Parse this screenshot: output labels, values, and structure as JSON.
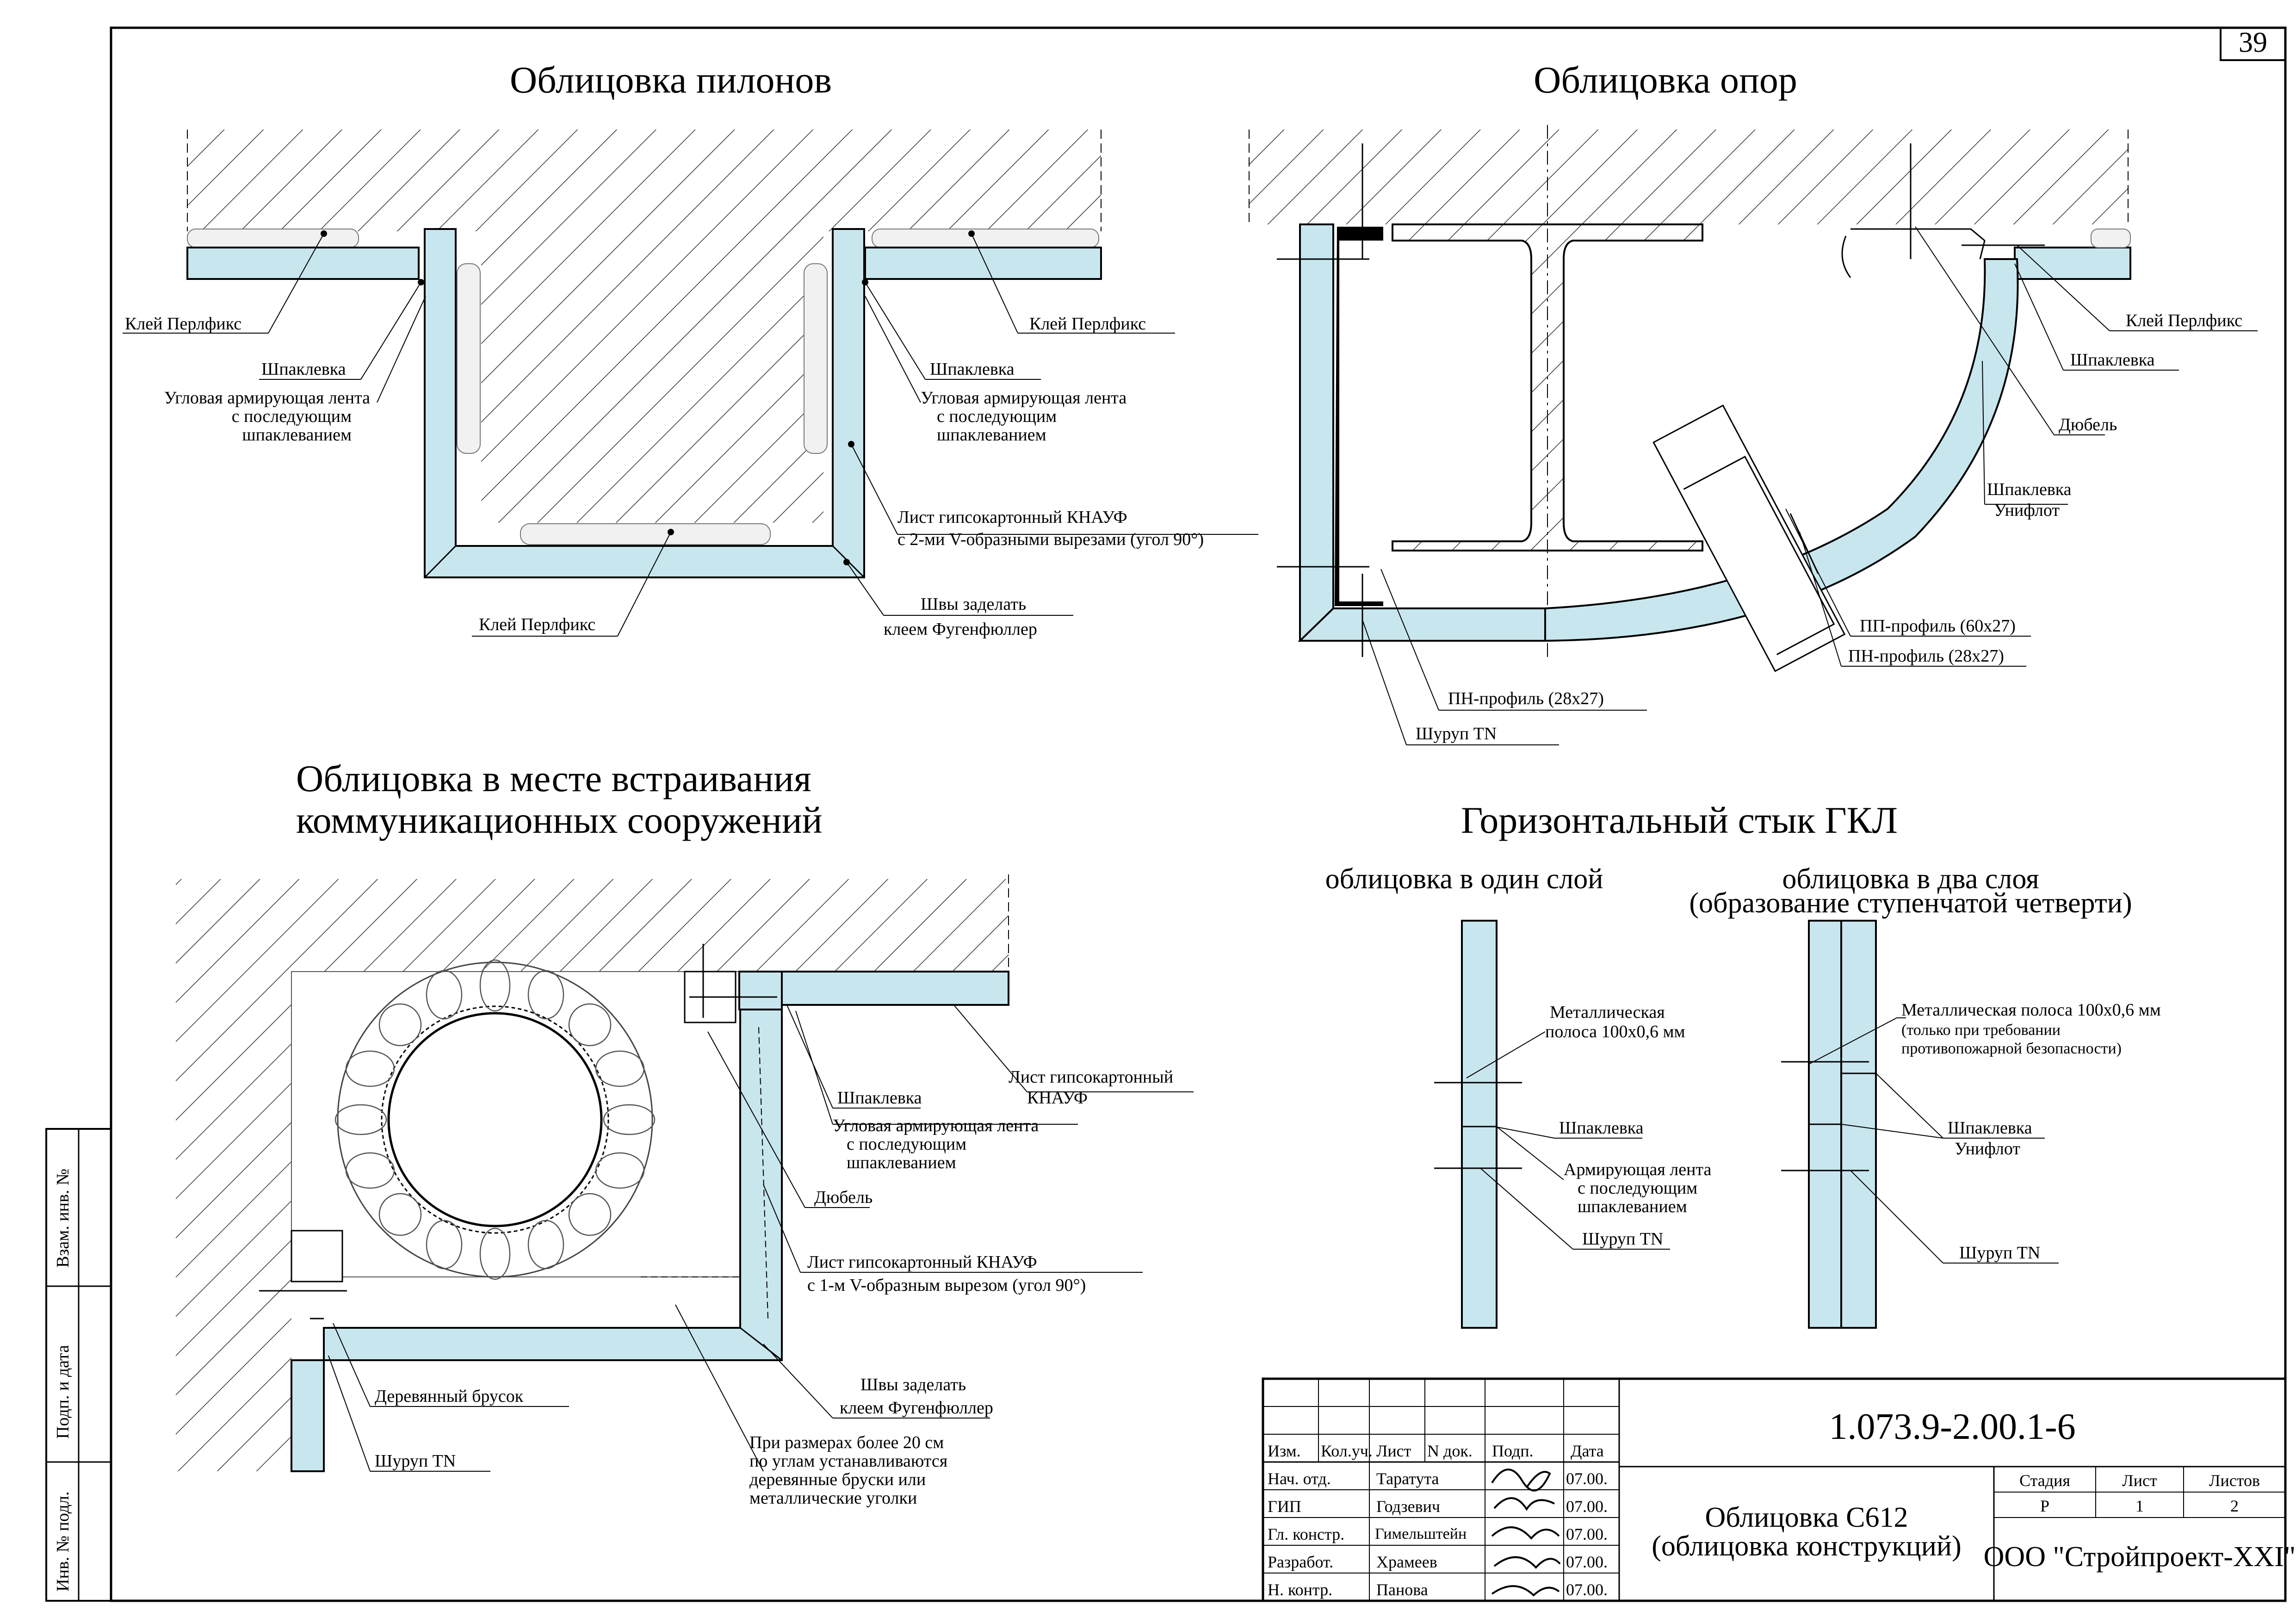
{
  "sheet_number": "39",
  "titles": {
    "pylons": "Облицовка пилонов",
    "supports": "Облицовка опор",
    "embedding_line1": "Облицовка в месте встраивания",
    "embedding_line2": "коммуникационных сооружений",
    "horizontal_joint": "Горизонтальный стык ГКЛ",
    "one_layer": "облицовка в один слой",
    "two_layers_line1": "облицовка в два слоя",
    "two_layers_line2": "(образование ступенчатой четверти)"
  },
  "pylons_labels": {
    "glue_left": "Клей Перлфикс",
    "putty_left": "Шпаклевка",
    "tape_left_1": "Угловая армирующая лента",
    "tape_left_2": "с последующим",
    "tape_left_3": "шпаклеванием",
    "glue_right": "Клей Перлфикс",
    "putty_right": "Шпаклевка",
    "tape_right_1": "Угловая армирующая лента",
    "tape_right_2": "с последующим",
    "tape_right_3": "шпаклеванием",
    "sheet_1": "Лист гипсокартонный  КНАУФ",
    "sheet_2": "с 2-ми V-образными вырезами (угол 90°)",
    "glue_bottom": "Клей Перлфикс",
    "seams_1": "Швы заделать",
    "seams_2": "клеем Фугенфюллер"
  },
  "supports_labels": {
    "glue": "Клей Перлфикс",
    "putty": "Шпаклевка",
    "dowel": "Дюбель",
    "putty_uniflot_1": "Шпаклевка",
    "putty_uniflot_2": "Унифлот",
    "pp_profile": "ПП-профиль (60х27)",
    "pn_profile_right": "ПН-профиль (28х27)",
    "pn_profile_left": "ПН-профиль (28х27)",
    "screw": "Шуруп TN"
  },
  "embedding_labels": {
    "sheet_1": "Лист гипсокартонный",
    "sheet_2": "КНАУФ",
    "putty": "Шпаклевка",
    "tape_1": "Угловая армирующая лента",
    "tape_2": "с последующим",
    "tape_3": "шпаклеванием",
    "dowel": "Дюбель",
    "sheet_v_1": "Лист гипсокартонный  КНАУФ",
    "sheet_v_2": "с 1-м V-образным вырезом (угол 90°)",
    "wood": "Деревянный брусок",
    "screw": "Шуруп TN",
    "seams_1": "Швы заделать",
    "seams_2": "клеем Фугенфюллер",
    "note_1": "При размерах более 20 см",
    "note_2": "по углам устанавливаются",
    "note_3": "деревянные бруски или",
    "note_4": "металлические уголки"
  },
  "joint_labels": {
    "metal_strip_1": "Металлическая",
    "metal_strip_2": "полоса 100х0,6 мм",
    "putty": "Шпаклевка",
    "tape_1": "Армирующая лента",
    "tape_2": "с последующим",
    "tape_3": "шпаклеванием",
    "screw_left": "Шуруп TN",
    "metal_strip_r1": "Металлическая полоса 100х0,6 мм",
    "metal_strip_r2": "(только при требовании",
    "metal_strip_r3": "противопожарной безопасности)",
    "putty_uniflot_1": "Шпаклевка",
    "putty_uniflot_2": "Унифлот",
    "screw_right": "Шуруп TN"
  },
  "side_stamp": {
    "inv_replace": "Взам. инв. №",
    "sign_date": "Подп. и дата",
    "inv_orig": "Инв. № подл."
  },
  "title_block": {
    "doc_code": "1.073.9-2.00.1-6",
    "headers": [
      "Изм.",
      "Кол.уч.",
      "Лист",
      "N док.",
      "Подп.",
      "Дата"
    ],
    "rows": [
      {
        "role": "Нач. отд.",
        "name": "Таратута",
        "date": "07.00."
      },
      {
        "role": "ГИП",
        "name": "Годзевич",
        "date": "07.00."
      },
      {
        "role": "Гл. констр.",
        "name": "Гимельштейн",
        "date": "07.00."
      },
      {
        "role": "Разработ.",
        "name": "Храмеев",
        "date": "07.00."
      },
      {
        "role": "Н. контр.",
        "name": "Панова",
        "date": "07.00."
      }
    ],
    "doc_name_1": "Облицовка С612",
    "doc_name_2": "(облицовка конструкций)",
    "stage_header": "Стадия",
    "sheet_header": "Лист",
    "sheets_header": "Листов",
    "stage": "Р",
    "sheet": "1",
    "sheets": "2",
    "company": "ООО \"Стройпроект-XXI\""
  }
}
